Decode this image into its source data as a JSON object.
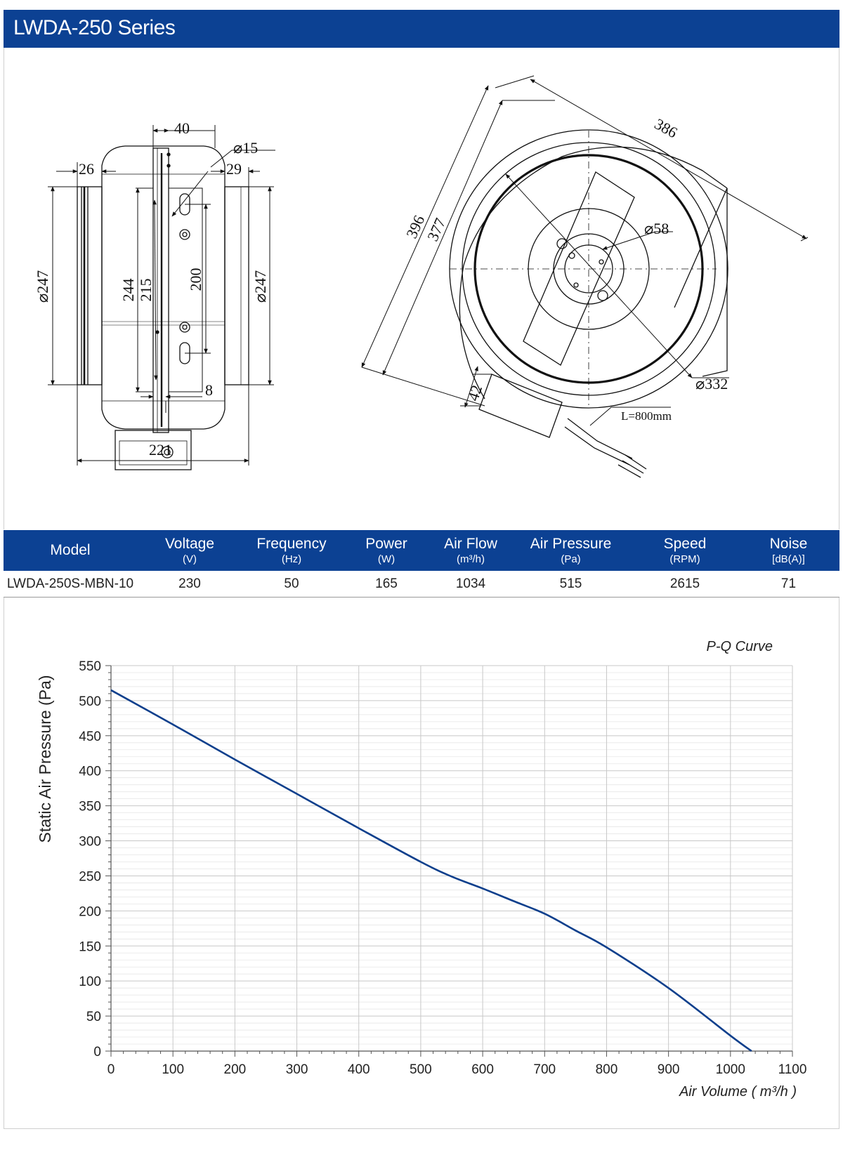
{
  "header": {
    "title": "LWDA-250 Series"
  },
  "drawing": {
    "side_view": {
      "d1": "40",
      "d2": "⌀15",
      "d3": "26",
      "d4": "29",
      "d5": "⌀247",
      "d6": "244",
      "d7": "215",
      "d8": "200",
      "d9": "⌀247",
      "d10": "8",
      "d11": "221"
    },
    "front_view": {
      "d1": "386",
      "d2": "396",
      "d3": "377",
      "d4": "⌀58",
      "d5": "⌀332",
      "d6": "42",
      "d7": "L=800mm"
    }
  },
  "spec_table": {
    "headers": [
      {
        "label": "Model",
        "unit": ""
      },
      {
        "label": "Voltage",
        "unit": "(V)"
      },
      {
        "label": "Frequency",
        "unit": "(Hz)"
      },
      {
        "label": "Power",
        "unit": "(W)"
      },
      {
        "label": "Air Flow",
        "unit": "(m³/h)"
      },
      {
        "label": "Air Pressure",
        "unit": "(Pa)"
      },
      {
        "label": "Speed",
        "unit": "(RPM)"
      },
      {
        "label": "Noise",
        "unit": "[dB(A)]"
      }
    ],
    "rows": [
      [
        "LWDA-250S-MBN-10",
        "230",
        "50",
        "165",
        "1034",
        "515",
        "2615",
        "71"
      ]
    ]
  },
  "chart_data": {
    "type": "line",
    "title": "P-Q Curve",
    "xlabel": "Air Volume ( m³/h )",
    "ylabel": "Static Air Pressure  (Pa)",
    "xlim": [
      0,
      1100
    ],
    "ylim": [
      0,
      550
    ],
    "xticks": [
      0,
      100,
      200,
      300,
      400,
      500,
      600,
      700,
      800,
      900,
      1000,
      1100
    ],
    "yticks": [
      0,
      50,
      100,
      150,
      200,
      250,
      300,
      350,
      400,
      450,
      500,
      550
    ],
    "grid": true,
    "legend": "none",
    "colors": {
      "curve": "#0d3f8c",
      "grid": "#c8c8c8",
      "header": "#0c4193"
    },
    "series": [
      {
        "x": [
          0,
          100,
          200,
          300,
          400,
          500,
          550,
          600,
          650,
          700,
          750,
          800,
          900,
          1000,
          1034
        ],
        "values": [
          515,
          466,
          416,
          367,
          318,
          270,
          249,
          232,
          214,
          196,
          172,
          148,
          90,
          22,
          0
        ]
      }
    ]
  }
}
